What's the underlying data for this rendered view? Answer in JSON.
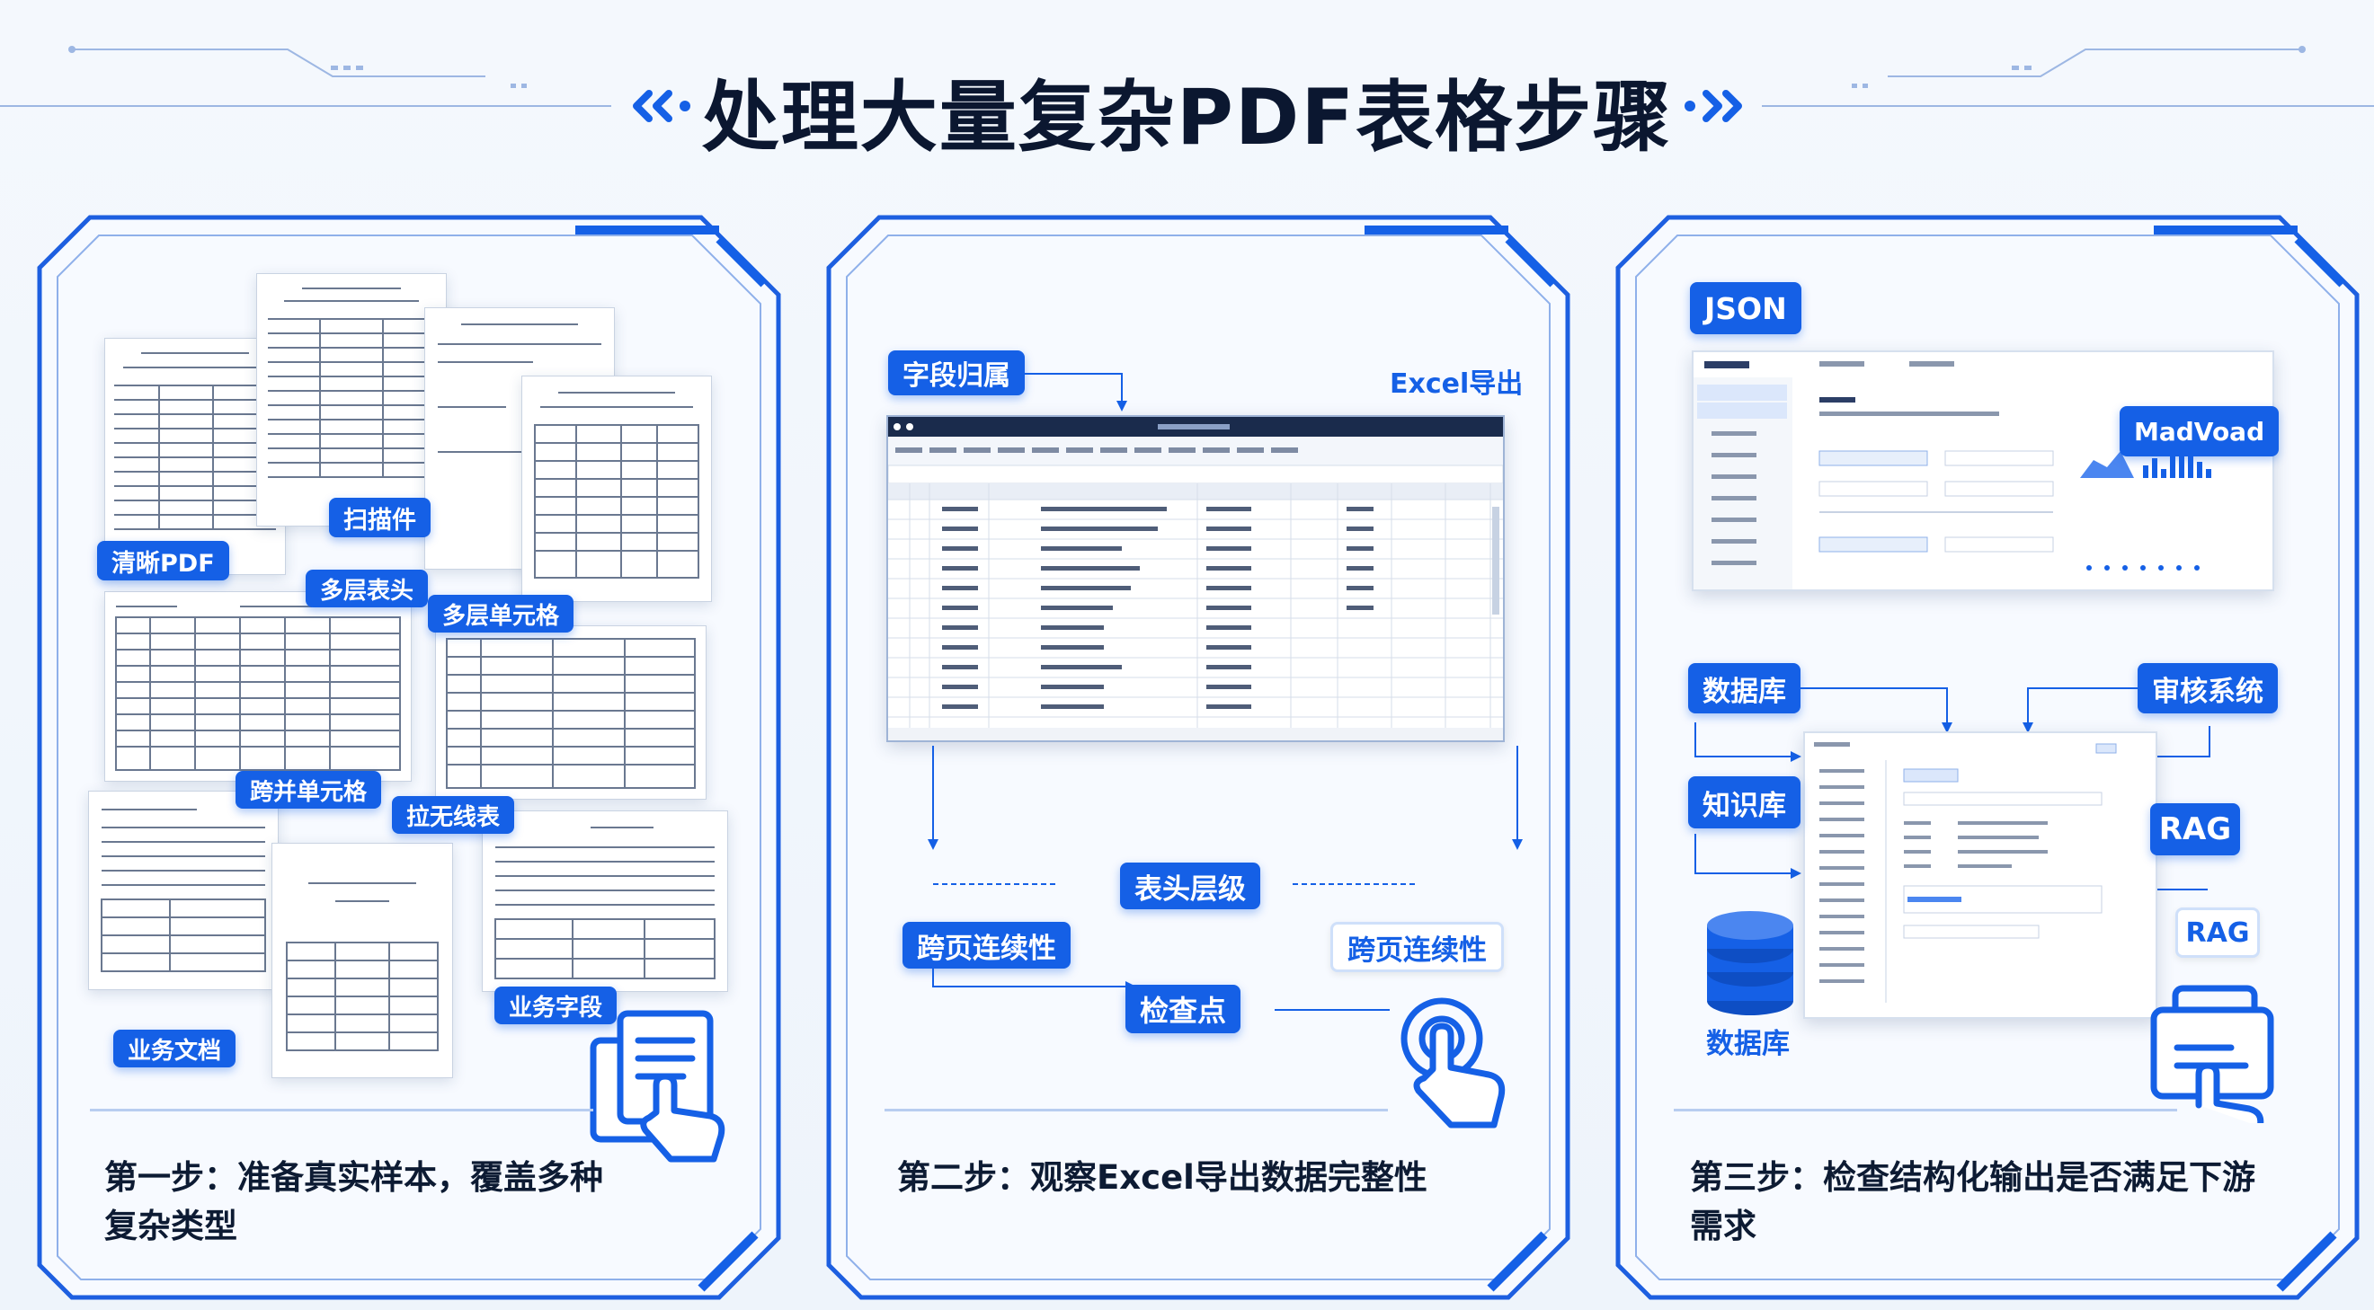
{
  "title": "处理大量复杂PDF表格步骤",
  "colors": {
    "accent": "#1560e6",
    "frame": "#1d5fe0",
    "text": "#0b1730"
  },
  "panel1": {
    "tags": {
      "clear_pdf": "清晰PDF",
      "scanned": "扫描件",
      "multi_header": "多层表头",
      "multi_cell": "多层单元格",
      "cross_cell": "跨并单元格",
      "no_line": "拉无线表",
      "biz_field": "业务字段",
      "biz_doc": "业务文档"
    },
    "caption_line1": "第一步：准备真实样本，覆盖多种",
    "caption_line2": "复杂类型",
    "icon": "document-hand-icon"
  },
  "panel2": {
    "tags": {
      "field_attr": "字段归属",
      "excel_export": "Excel导出",
      "header_level": "表头层级",
      "cross_page_left": "跨页连续性",
      "cross_page_right": "跨页连续性",
      "checkpoint": "检查点"
    },
    "caption": "第二步：观察Excel导出数据完整性",
    "icon": "click-hand-icon"
  },
  "panel3": {
    "tags": {
      "json": "JSON",
      "brand": "MadVoad",
      "database": "数据库",
      "review": "审核系统",
      "knowledge": "知识库",
      "rag_primary": "RAG",
      "rag_secondary": "RAG",
      "database_label": "数据库"
    },
    "caption_line1": "第三步：检查结构化输出是否满足下游",
    "caption_line2": "需求",
    "icons": [
      "database-icon",
      "card-hand-icon"
    ]
  }
}
